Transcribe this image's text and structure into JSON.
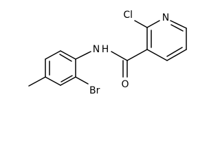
{
  "molecule": {
    "atoms": {
      "chlorine": "Cl",
      "pyridine_nitrogen": "N",
      "amide_nitrogen": "N",
      "amide_hydrogen": "H",
      "carbonyl_oxygen": "O",
      "bromine": "Br"
    }
  },
  "colors": {
    "bond": "#000000",
    "label": "#000000",
    "background": "#ffffff"
  }
}
